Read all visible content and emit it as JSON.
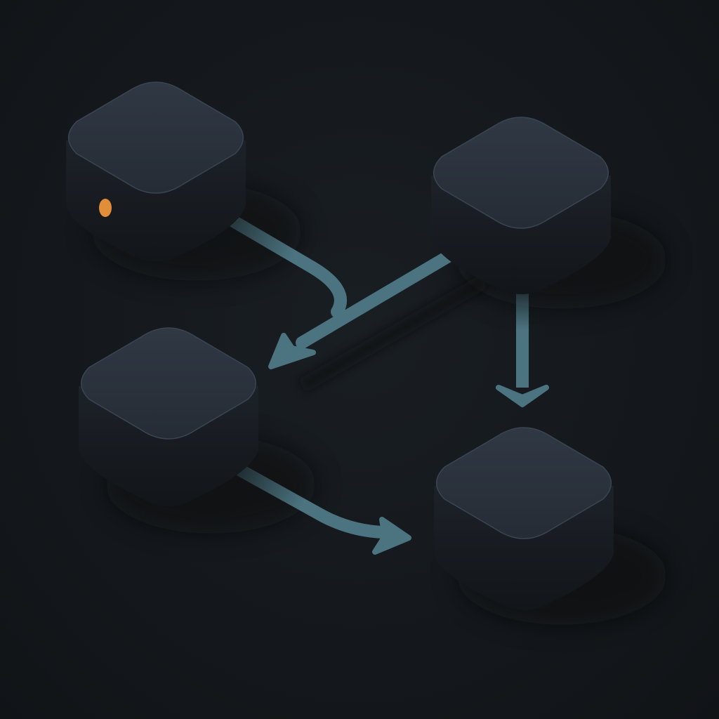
{
  "diagram": {
    "background_color": "#15191d",
    "node_top_color": "#2a313b",
    "node_side_color": "#1a1f25",
    "arrow_color": "#4b7480",
    "indicator_color": "#e08e3a",
    "nodes": [
      {
        "id": "node-top-left",
        "label": "",
        "has_indicator": true,
        "indicator_state": "active"
      },
      {
        "id": "node-top-right",
        "label": "",
        "has_indicator": false
      },
      {
        "id": "node-bottom-left",
        "label": "",
        "has_indicator": false
      },
      {
        "id": "node-bottom-right",
        "label": "",
        "has_indicator": false
      }
    ],
    "edges": [
      {
        "from": "node-top-left",
        "to": "node-bottom-left"
      },
      {
        "from": "node-top-right",
        "to": "node-bottom-left"
      },
      {
        "from": "node-top-right",
        "to": "node-bottom-right"
      },
      {
        "from": "node-bottom-left",
        "to": "node-bottom-right"
      }
    ]
  }
}
